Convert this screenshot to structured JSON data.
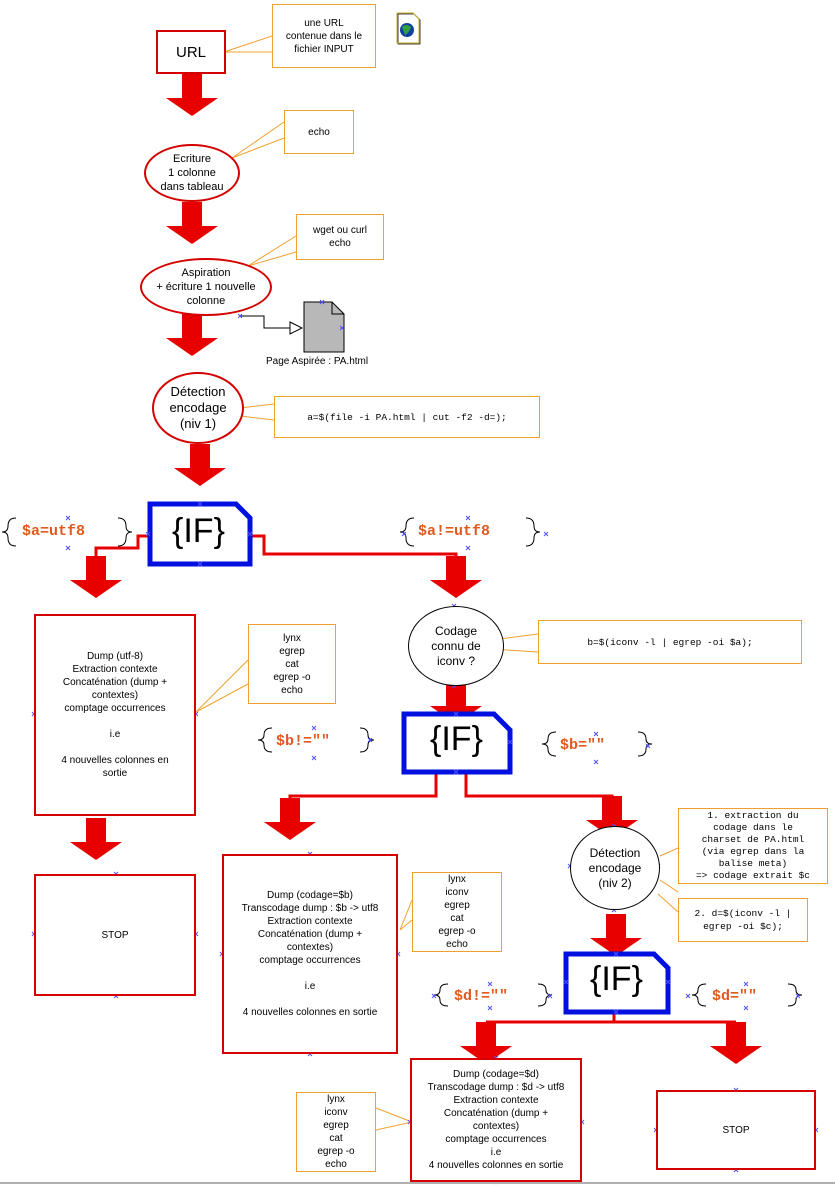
{
  "nodes": {
    "url": "URL",
    "url_note": "une URL\ncontenue dans le\nfichier INPUT",
    "ecriture": "Ecriture\n1 colonne\ndans tableau",
    "ecriture_note": "echo",
    "aspiration": "Aspiration\n+ écriture 1 nouvelle\ncolonne",
    "aspiration_note": "wget ou curl\necho",
    "page_aspiree": "Page Aspirée : PA.html",
    "detection1": "Détection\nencodage\n(niv 1)",
    "detection1_note": "a=$(file -i PA.html | cut -f2 -d=);",
    "if1": "{IF}",
    "cond_a_utf8": "$a=utf8",
    "cond_a_not_utf8": "$a!=utf8",
    "dump_utf8": "Dump (utf-8)\nExtraction contexte\nConcaténation (dump +\ncontextes)\ncomptage occurrences\n\ni.e\n\n4 nouvelles colonnes en\nsortie",
    "dump_utf8_note": "lynx\negrep\ncat\negrep -o\necho",
    "stop1": "STOP",
    "codage_connu": "Codage\nconnu de\niconv ?",
    "codage_connu_note": "b=$(iconv -l | egrep -oi $a);",
    "if2": "{IF}",
    "cond_b_not_empty": "$b!=\"\"",
    "cond_b_empty": "$b=\"\"",
    "dump_b": "Dump (codage=$b)\nTranscodage dump : $b -> utf8\nExtraction contexte\nConcaténation (dump +\ncontextes)\ncomptage occurrences\n\ni.e\n\n4 nouvelles colonnes en sortie",
    "dump_b_note": "lynx\niconv\negrep\ncat\negrep -o\necho",
    "detection2": "Détection\nencodage\n(niv 2)",
    "detection2_note1": "1. extraction du\ncodage dans le\ncharset de PA.html\n(via egrep dans la\nbalise meta)\n=> codage extrait $c",
    "detection2_note2": "2. d=$(iconv -l |\negrep -oi $c);",
    "if3": "{IF}",
    "cond_d_not_empty": "$d!=\"\"",
    "cond_d_empty": "$d=\"\"",
    "dump_d": "Dump (codage=$d)\nTranscodage dump : $d -> utf8\nExtraction contexte\nConcaténation (dump +\ncontextes)\ncomptage occurrences\ni.e\n4 nouvelles colonnes en sortie",
    "dump_d_note": "lynx\niconv\negrep\ncat\negrep -o\necho",
    "stop2": "STOP"
  },
  "colors": {
    "flow_red": "#e80000",
    "box_red": "#d40000",
    "note_orange": "#f0a030",
    "if_blue": "#0010e0",
    "condition_orange": "#e05a20"
  }
}
